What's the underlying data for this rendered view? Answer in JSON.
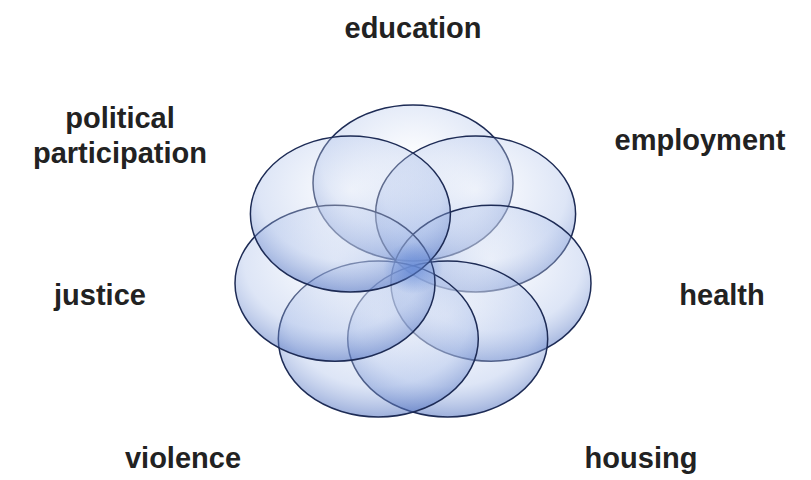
{
  "diagram": {
    "labels": [
      "education",
      "political participation",
      "employment",
      "justice",
      "health",
      "violence",
      "housing"
    ]
  }
}
